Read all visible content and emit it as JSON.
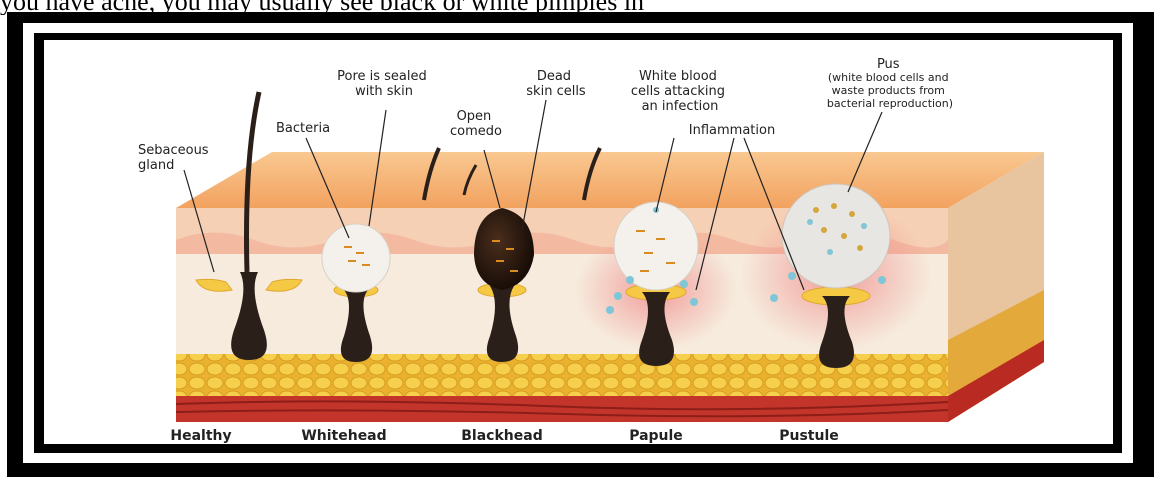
{
  "page": {
    "top_text": "you have acne, you may usually see black or white pimples in"
  },
  "labels": {
    "sebaceous_gland": [
      "Sebaceous",
      "gland"
    ],
    "bacteria": "Bacteria",
    "pore_sealed": [
      "Pore is sealed",
      "with skin"
    ],
    "open_comedo": [
      "Open",
      "comedo"
    ],
    "dead_skin": [
      "Dead",
      "skin cells"
    ],
    "white_blood": [
      "White blood",
      "cells attacking",
      "an infection"
    ],
    "inflammation": "Inflammation",
    "pus": [
      "Pus",
      "(white blood cells and",
      "waste products from",
      "bacterial reproduction)"
    ]
  },
  "captions": [
    "Healthy",
    "Whitehead",
    "Blackhead",
    "Papule",
    "Pustule"
  ],
  "colors": {
    "skin_top": "#f7b57a",
    "epidermis": "#f6d2b8",
    "dermis": "#f3e7d8",
    "fat": "#f0c23b",
    "muscle": "#c2332a",
    "hair": "#2b2019",
    "gland": "#f6c945",
    "white_cell": "#7fc6d6"
  }
}
